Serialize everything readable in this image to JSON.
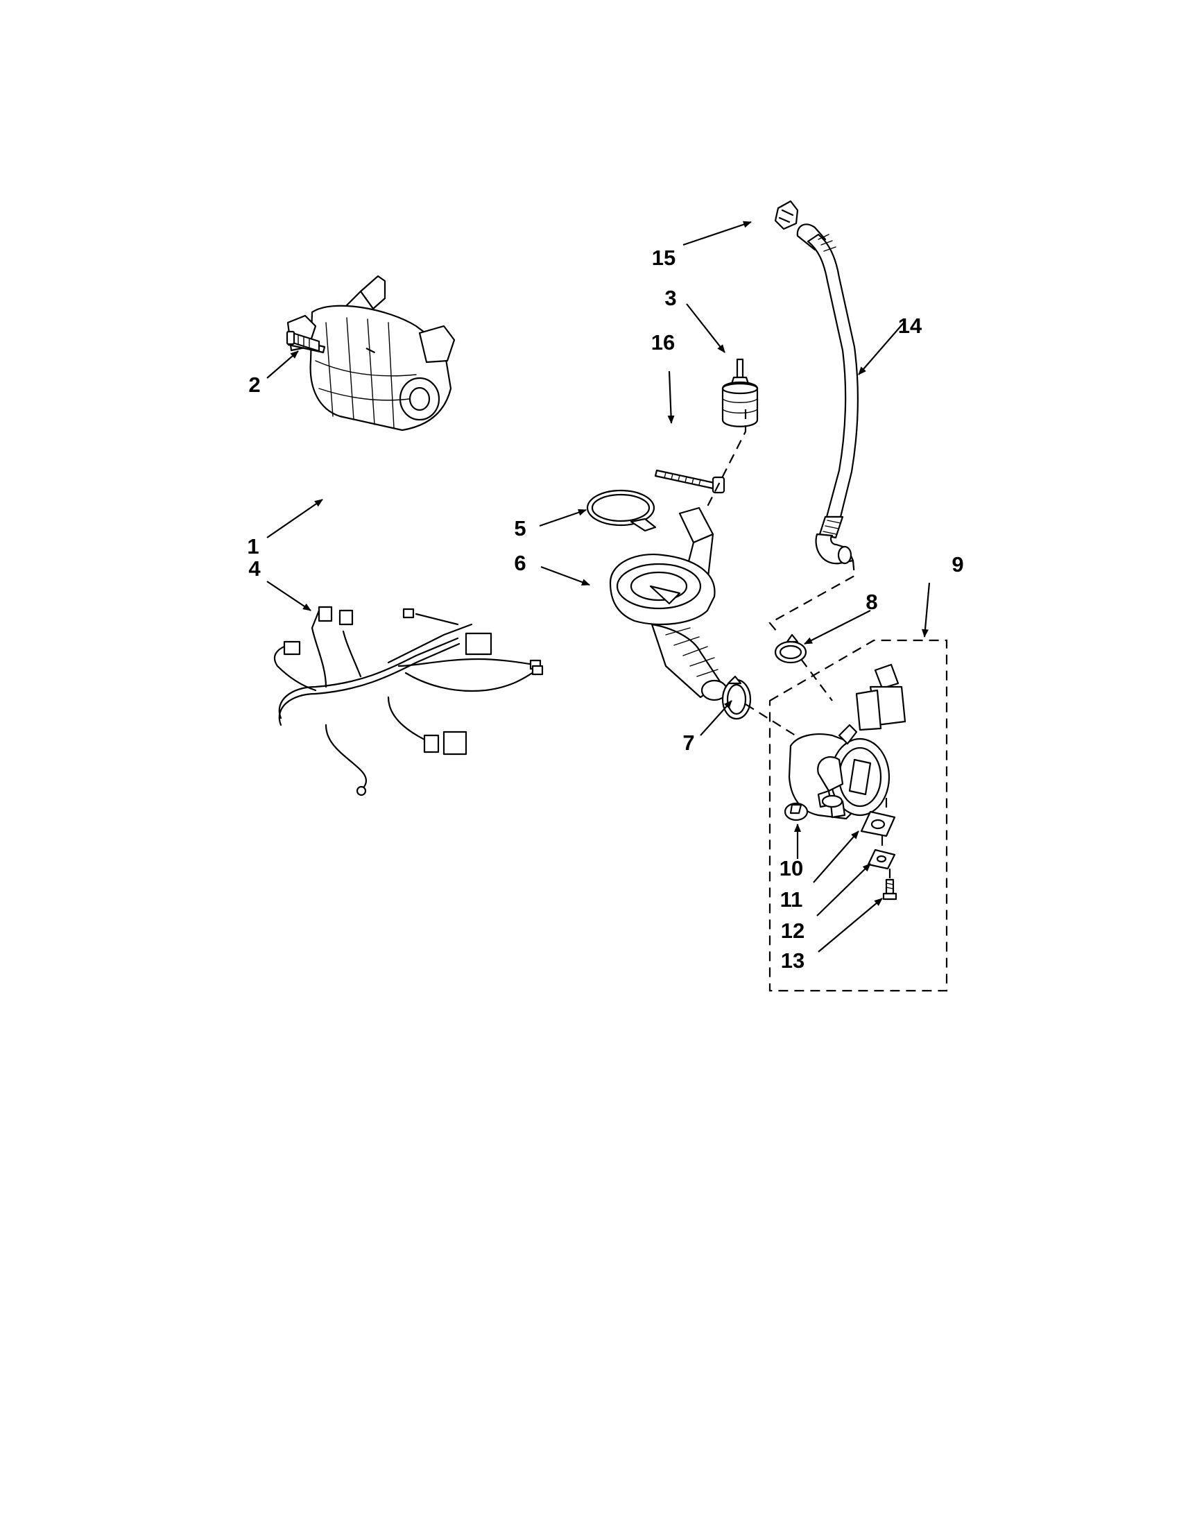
{
  "callouts": {
    "c1": "1",
    "c2": "2",
    "c3": "3",
    "c4": "4",
    "c5": "5",
    "c6": "6",
    "c7": "7",
    "c8": "8",
    "c9": "9",
    "c10": "10",
    "c11": "11",
    "c12": "12",
    "c13": "13",
    "c14": "14",
    "c15": "15",
    "c16": "16"
  },
  "colors": {
    "line": "#000000",
    "background": "#ffffff"
  }
}
